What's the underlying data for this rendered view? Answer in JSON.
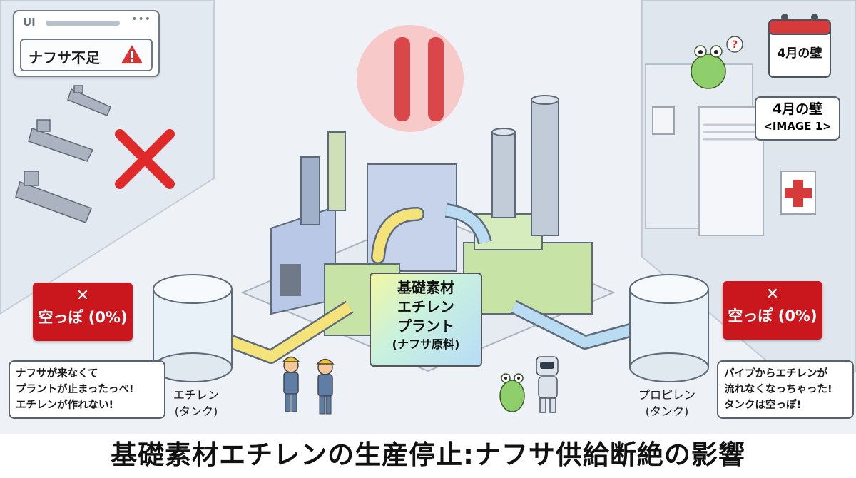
{
  "ui_panel": {
    "tag": "UI",
    "dots": "•••",
    "alert_text": "ナフサ不足"
  },
  "left_tank": {
    "status_x": "✕",
    "status_text": "空っぽ (0%)",
    "label_line1": "エチレン",
    "label_line2": "(タンク)",
    "speech": [
      "ナフサが来なくて",
      "プラントが止まったっぺ!",
      "エチレンが作れない!"
    ]
  },
  "right_tank": {
    "status_x": "✕",
    "status_text": "空っぽ (0%)",
    "label_line1": "プロピレン",
    "label_line2": "(タンク)",
    "speech": [
      "パイプからエチレンが",
      "流れなくなっちゃった!",
      "タンクは空っぽ!"
    ]
  },
  "plant_sign": {
    "line1": "基礎素材",
    "line2": "エチレン",
    "line3": "プラント",
    "line4": "(ナフサ原料)"
  },
  "wall_note": {
    "line1": "4月の壁",
    "line2": "<IMAGE 1>"
  },
  "calendar": {
    "text": "4月の壁"
  },
  "frog_bubble": "?",
  "title": "基礎素材エチレンの生産停止:ナフサ供給断絶の影響",
  "colors": {
    "alert_red": "#c9171d",
    "pause_red": "#d9474b",
    "pause_halo": "#f7c9c9",
    "pipe_yellow": "#f4e27a",
    "pipe_blue": "#b9dcf3",
    "plant_green": "#c7e3a6",
    "plant_blue": "#b8c8e6"
  },
  "icons": [
    "warning-icon",
    "pause-icon",
    "cross-icon",
    "calendar-icon",
    "first-aid-icon",
    "frog-icon",
    "robot-icon",
    "worker-icon",
    "ship-icon"
  ]
}
